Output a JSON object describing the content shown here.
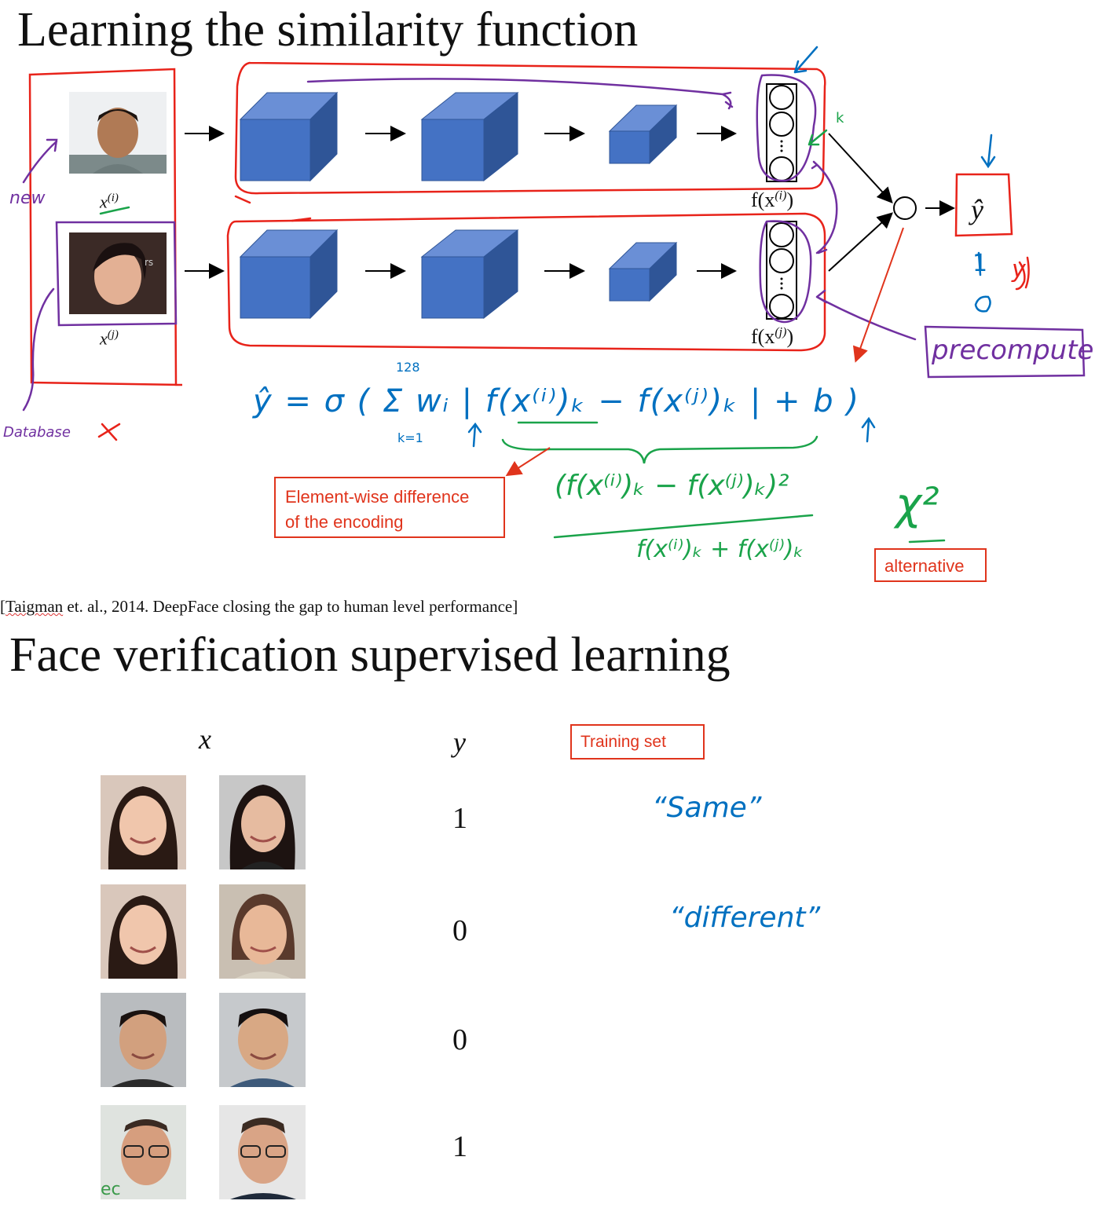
{
  "slide1": {
    "title": "Learning the similarity function",
    "xi_label": "x",
    "xi_sup": "(i)",
    "xj_label": "x",
    "xj_sup": "(j)",
    "fxi_label": "f(x",
    "fxi_sup": "(i)",
    "fxj_label": "f(x",
    "fxj_sup": "(j)",
    "yhat": "ŷ",
    "annot_new": "new",
    "annot_database": "Database",
    "annot_x": "✕",
    "annot_k": "k",
    "annot_1": "1",
    "annot_0": "0",
    "annot_y": "y",
    "annot_precompute": "precompute",
    "formula_main": "ŷ = σ ( Σ wᵢ | f(x⁽ⁱ⁾)ₖ − f(x⁽ʲ⁾)ₖ |  + b )",
    "formula_sum_top": "128",
    "formula_sum_bottom": "k=1",
    "formula_chi_num": "(f(x⁽ⁱ⁾)ₖ − f(x⁽ʲ⁾)ₖ)²",
    "formula_chi_den": "f(x⁽ⁱ⁾)ₖ + f(x⁽ʲ⁾)ₖ",
    "chi_squared": "χ²",
    "box_elementwise_line1": "Element-wise difference",
    "box_elementwise_line2": "of the encoding",
    "box_alternative": "alternative",
    "citation_author": "Taigman",
    "citation_rest": " et. al., 2014. DeepFace closing the gap to human level performance]",
    "citation_open": "["
  },
  "slide2": {
    "title": "Face verification supervised learning",
    "x_header": "x",
    "y_header": "y",
    "training_set": "Training set",
    "annot_same": "“Same”",
    "annot_different": "“different”",
    "rows": [
      {
        "y": "1"
      },
      {
        "y": "0"
      },
      {
        "y": "0"
      },
      {
        "y": "1"
      }
    ]
  },
  "colors": {
    "cube_front": "#4472c4",
    "cube_top": "#6a8fd6",
    "cube_side": "#2f5597",
    "ink_red": "#e8231a",
    "ink_purple": "#7030a0",
    "ink_blue": "#0070c0",
    "ink_green": "#1aa34a",
    "ink_orange": "#e0341c"
  }
}
